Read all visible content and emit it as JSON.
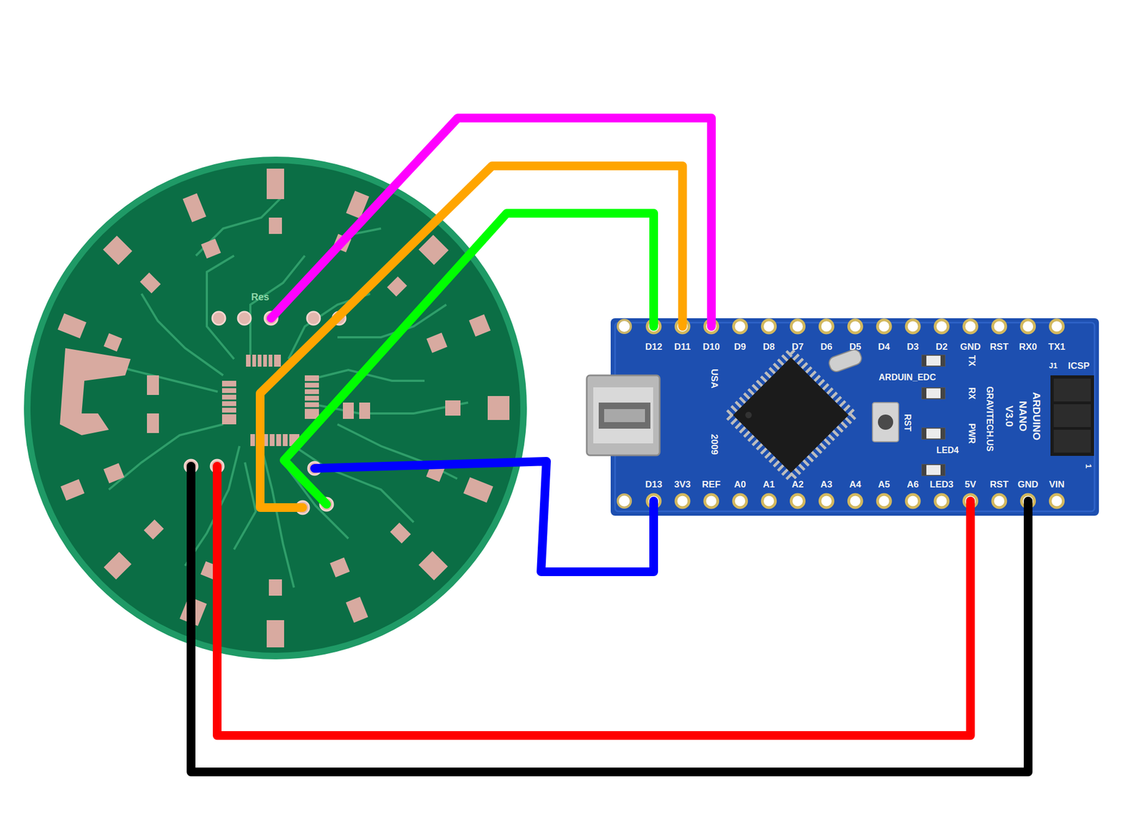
{
  "diagram": {
    "labels": [
      "D12",
      "D11",
      "D10",
      "D9",
      "D8",
      "D7",
      "D6",
      "D5",
      "D4",
      "D3",
      "D2",
      "GND",
      "RST",
      "RX0",
      "TX1",
      "D13",
      "3V3",
      "REF",
      "A0",
      "A1",
      "A2",
      "A3",
      "A4",
      "A5",
      "A6",
      "LED3",
      "5V",
      "RST",
      "GND",
      "VIN",
      "Res",
      "USA",
      "2009",
      "ARDUIN_EDC",
      "TX",
      "RX",
      "PWR",
      "LED4",
      "RST",
      "GRAVITECH.US",
      "ARDUINO",
      "NANO",
      "V3.0",
      "J1",
      "ICSP",
      "1"
    ]
  }
}
